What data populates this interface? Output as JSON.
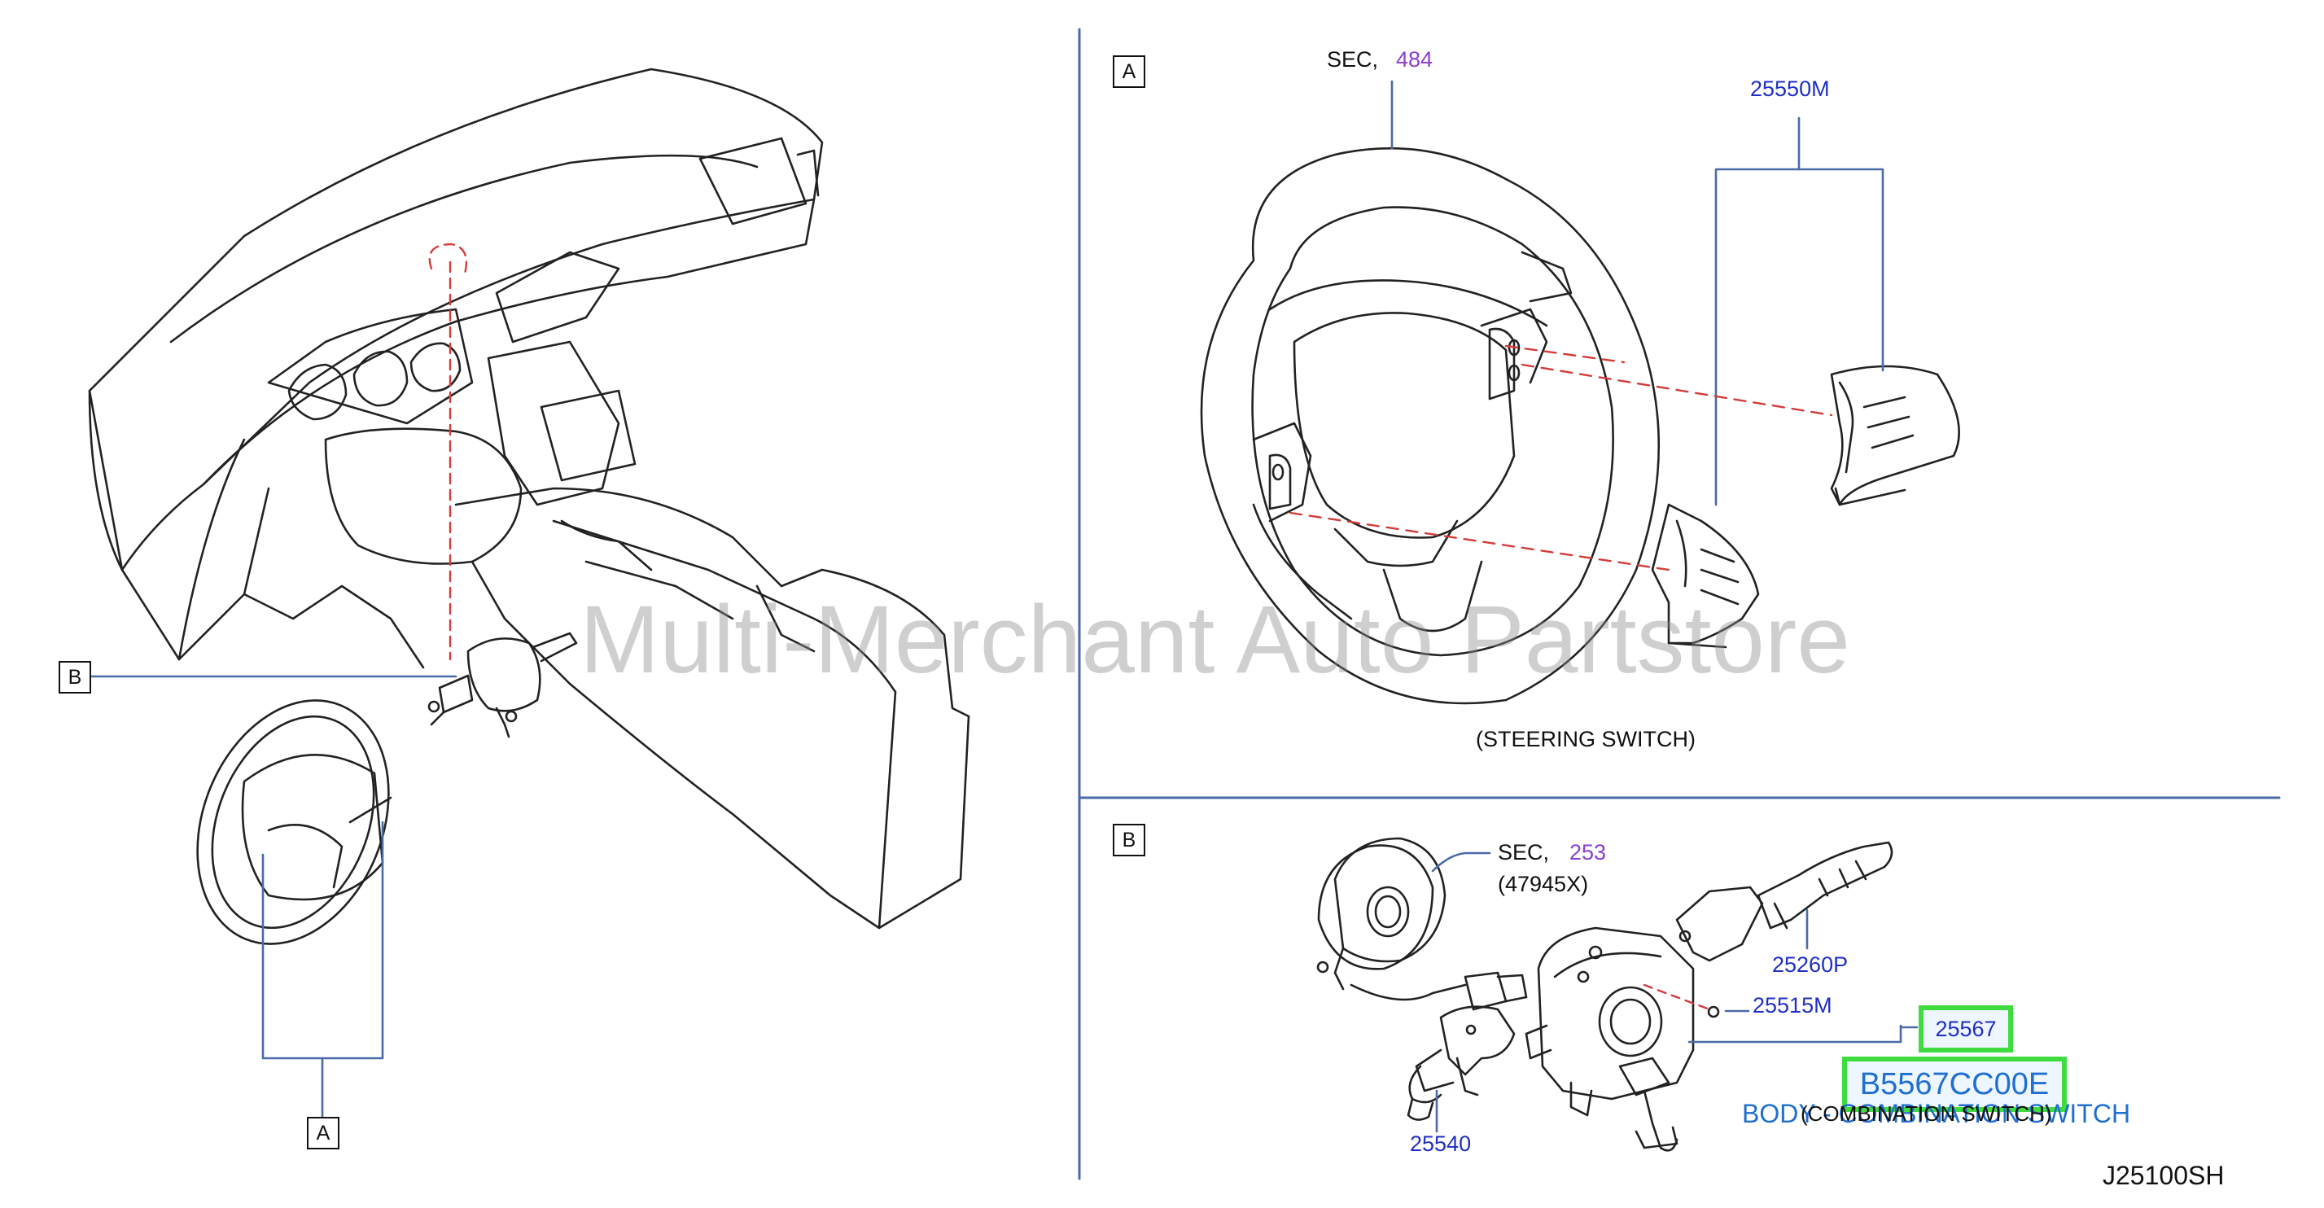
{
  "watermark": "Multi-Merchant Auto Partstore",
  "diagram_code": "J25100SH",
  "refs": {
    "a": "A",
    "b": "B"
  },
  "steering": {
    "sec_prefix": "SEC,",
    "sec_num": "484",
    "switch_part": "25550M",
    "caption": "(STEERING   SWITCH)"
  },
  "combination": {
    "sec_prefix": "SEC,",
    "sec_num": "253",
    "sec_sub": "(47945X)",
    "part_260": "25260P",
    "part_515": "25515M",
    "part_540": "25540",
    "part_567": "25567",
    "caption": "(COMBINATION   SWITCH)"
  },
  "highlight": {
    "part_number": "B5567CC00E",
    "description": "BODY - COMBINATION SWITCH",
    "color": "#3fdc3f",
    "text_color": "#1f6fd0"
  }
}
